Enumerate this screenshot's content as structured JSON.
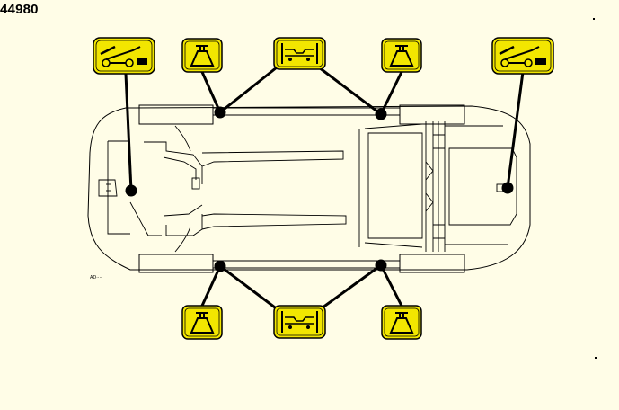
{
  "figure_id": "44980",
  "small_ref": "AD····",
  "colors": {
    "background": "#fffde7",
    "icon_fill": "#f2e600",
    "ink": "#000000"
  },
  "lift_points": [
    {
      "name": "front-jack-point",
      "icon": "trolley-jack-icon"
    },
    {
      "name": "front-left-stand-point",
      "icon": "axle-stand-icon"
    },
    {
      "name": "left-side-lift-points",
      "icon": "two-post-lift-icon"
    },
    {
      "name": "rear-left-stand-point",
      "icon": "axle-stand-icon"
    },
    {
      "name": "rear-jack-point",
      "icon": "trolley-jack-icon"
    },
    {
      "name": "front-right-stand-point",
      "icon": "axle-stand-icon"
    },
    {
      "name": "right-side-lift-points",
      "icon": "two-post-lift-icon"
    },
    {
      "name": "rear-right-stand-point",
      "icon": "axle-stand-icon"
    }
  ]
}
